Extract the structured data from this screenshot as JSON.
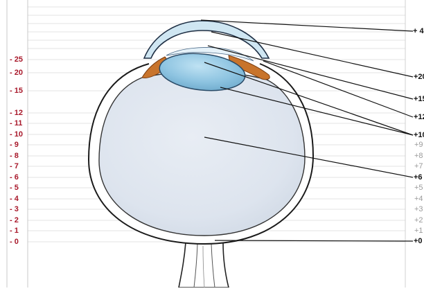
{
  "left_scale": [
    "- 25",
    "- 20",
    "- 15",
    "- 12",
    "- 11",
    "- 10",
    "- 9",
    "- 8",
    "- 7",
    "- 6",
    "- 5",
    "- 4",
    "- 3",
    "- 2",
    "- 1",
    "- 0"
  ],
  "right_labels": [
    {
      "text": "+ 4",
      "bold": true
    },
    {
      "text": "+20",
      "bold": true
    },
    {
      "text": "+15",
      "bold": true
    },
    {
      "text": "+12",
      "bold": true
    },
    {
      "text": "+10",
      "bold": true
    },
    {
      "text": "+9",
      "bold": false
    },
    {
      "text": "+8",
      "bold": false
    },
    {
      "text": "+7",
      "bold": false
    },
    {
      "text": "+6",
      "bold": true
    },
    {
      "text": "+5",
      "bold": false
    },
    {
      "text": "+4",
      "bold": false
    },
    {
      "text": "+3",
      "bold": false
    },
    {
      "text": "+2",
      "bold": false
    },
    {
      "text": "+1",
      "bold": false
    },
    {
      "text": "+0",
      "bold": true
    }
  ],
  "colors": {
    "left_scale": "#a8182a",
    "grid_line": "#e3e3e3",
    "vitreous": "#dfe6ef",
    "lens": "#8cc3e0",
    "cornea": "#cfe6f2",
    "iris": "#c8742c"
  }
}
